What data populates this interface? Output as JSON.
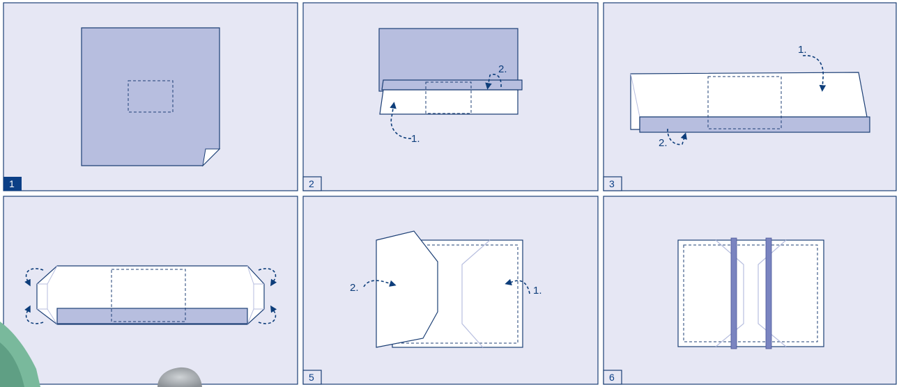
{
  "colors": {
    "panel_background": "#e6e7f4",
    "panel_border": "#1c3f75",
    "sheet_fill": "#b7bedf",
    "sheet_stroke": "#1c3f75",
    "paper_white": "#ffffff",
    "arrow": "#0d3d7a",
    "active_badge": "#0b3f86"
  },
  "panels": [
    {
      "number": "1",
      "active": true
    },
    {
      "number": "2",
      "active": false
    },
    {
      "number": "3",
      "active": false
    },
    {
      "number": "",
      "active": false
    },
    {
      "number": "5",
      "active": false
    },
    {
      "number": "6",
      "active": false
    }
  ],
  "callouts": {
    "p2_step1": "1.",
    "p2_step2": "2.",
    "p3_step1": "1.",
    "p3_step2": "2.",
    "p5_step1": "1.",
    "p5_step2": "2."
  },
  "icons": [
    "curved-dashed-arrow-icon",
    "hand-photo-fragment"
  ]
}
